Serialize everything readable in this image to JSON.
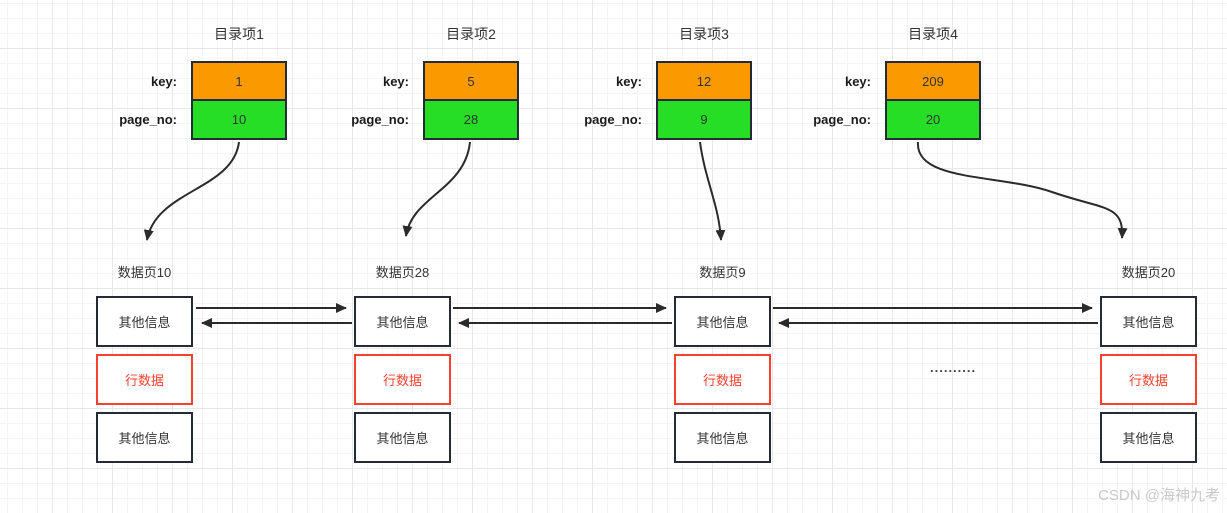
{
  "colors": {
    "key_fill": "#FB9900",
    "page_no_fill": "#26DE26",
    "box_border": "#252B35",
    "row_data_red": "#F5412D",
    "arrow": "#2B2B2B",
    "watermark_gray": "#C9C9C9"
  },
  "directory_entries": [
    {
      "title": "目录项1",
      "key_label": "key:",
      "key_value": "1",
      "page_no_label": "page_no:",
      "page_no_value": "10"
    },
    {
      "title": "目录项2",
      "key_label": "key:",
      "key_value": "5",
      "page_no_label": "page_no:",
      "page_no_value": "28"
    },
    {
      "title": "目录项3",
      "key_label": "key:",
      "key_value": "12",
      "page_no_label": "page_no:",
      "page_no_value": "9"
    },
    {
      "title": "目录项4",
      "key_label": "key:",
      "key_value": "209",
      "page_no_label": "page_no:",
      "page_no_value": "20"
    }
  ],
  "data_pages": [
    {
      "title": "数据页10",
      "blocks": [
        "其他信息",
        "行数据",
        "其他信息"
      ]
    },
    {
      "title": "数据页28",
      "blocks": [
        "其他信息",
        "行数据",
        "其他信息"
      ]
    },
    {
      "title": "数据页9",
      "blocks": [
        "其他信息",
        "行数据",
        "其他信息"
      ]
    },
    {
      "title": "数据页20",
      "blocks": [
        "其他信息",
        "行数据",
        "其他信息"
      ]
    }
  ],
  "ellipsis": "..........",
  "watermark": "CSDN @海神九考"
}
